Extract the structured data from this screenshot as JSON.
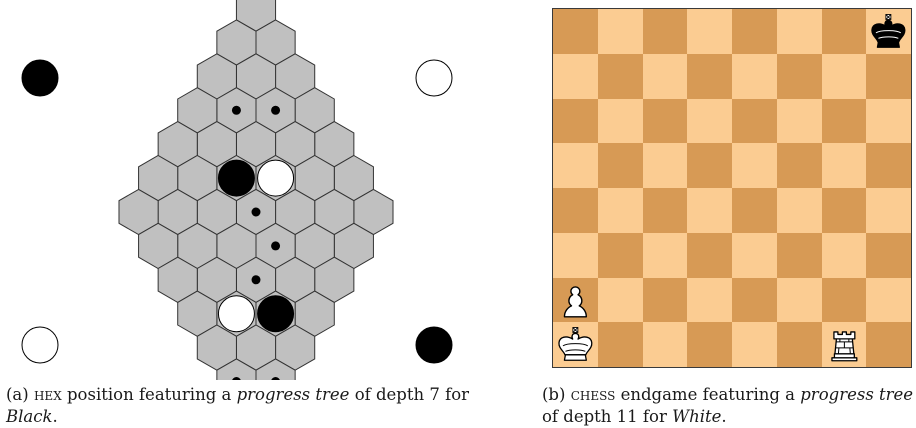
{
  "hex_figure": {
    "corner_markers": [
      "black",
      "white",
      "white",
      "black"
    ],
    "board_size": 7,
    "stones": [
      {
        "row": 3,
        "col": 2,
        "color": "black"
      },
      {
        "row": 2,
        "col": 3,
        "color": "white"
      },
      {
        "row": 4,
        "col": 5,
        "color": "black"
      },
      {
        "row": 5,
        "col": 4,
        "color": "white"
      }
    ],
    "progress_dots": [
      {
        "row": 1,
        "col": 2
      },
      {
        "row": 2,
        "col": 1
      },
      {
        "row": 3,
        "col": 3
      },
      {
        "row": 3,
        "col": 4
      },
      {
        "row": 4,
        "col": 4
      },
      {
        "row": 5,
        "col": 6
      },
      {
        "row": 6,
        "col": 5
      }
    ],
    "colors": {
      "cell_fill": "#c0c0c0",
      "cell_stroke": "#333333"
    }
  },
  "chess_figure": {
    "colors": {
      "light_square": "#fbcc92",
      "dark_square": "#d79a55"
    },
    "pieces": [
      {
        "square": "h8",
        "piece": "king",
        "color": "black",
        "icon": "black-king-icon"
      },
      {
        "square": "a2",
        "piece": "pawn",
        "color": "white",
        "icon": "white-pawn-icon"
      },
      {
        "square": "a1",
        "piece": "king",
        "color": "white",
        "icon": "white-king-icon"
      },
      {
        "square": "g1",
        "piece": "rook",
        "color": "white",
        "icon": "white-rook-icon"
      }
    ]
  },
  "captions": {
    "a": {
      "label": "(a)",
      "game": "HEX",
      "text_1": "position featuring a",
      "term": "progress tree",
      "text_2": "of depth 7 for",
      "player": "Black",
      "end": "."
    },
    "b": {
      "label": "(b)",
      "game": "CHESS",
      "text_1": "endgame featuring a",
      "term": "progress tree",
      "text_2": "of depth 11 for",
      "player": "White",
      "end": "."
    }
  }
}
